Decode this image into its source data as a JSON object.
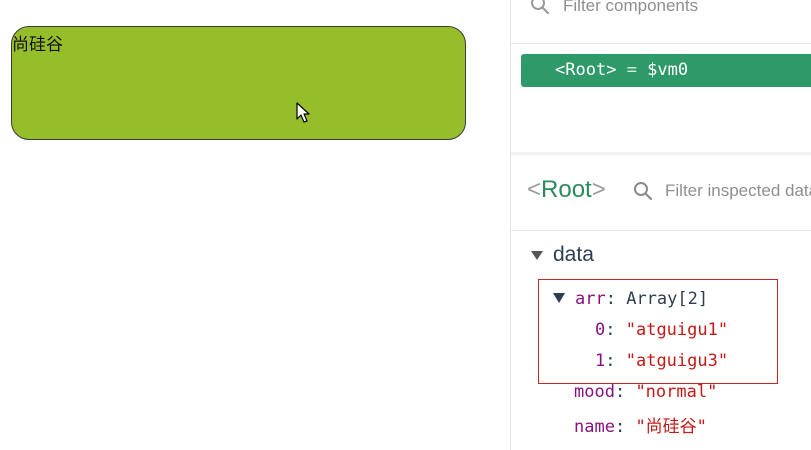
{
  "app": {
    "mood_text": "尚硅谷",
    "box_color": "#95be2a"
  },
  "devtools": {
    "components_filter_placeholder": "Filter components",
    "tree": {
      "root_name": "Root",
      "root_alias": "$vm0",
      "selected_color": "#2e9a6a"
    },
    "inspector": {
      "title": "Root",
      "filter_placeholder": "Filter inspected data",
      "section": "data",
      "props": {
        "arr_key": "arr",
        "arr_value": "Array[2]",
        "items": [
          {
            "index": "0",
            "value": "\"atguigu1\""
          },
          {
            "index": "1",
            "value": "\"atguigu3\""
          }
        ],
        "mood_key": "mood",
        "mood_value": "\"normal\"",
        "name_key": "name",
        "name_value": "\"尚硅谷\""
      }
    }
  },
  "icons": [
    "search-icon",
    "mouse-cursor-icon",
    "expand-triangle-icon"
  ],
  "colors": {
    "accent_green": "#2e9a6a",
    "highlight_red": "#c62828",
    "string_red": "#c41a16",
    "key_purple": "#881280"
  }
}
